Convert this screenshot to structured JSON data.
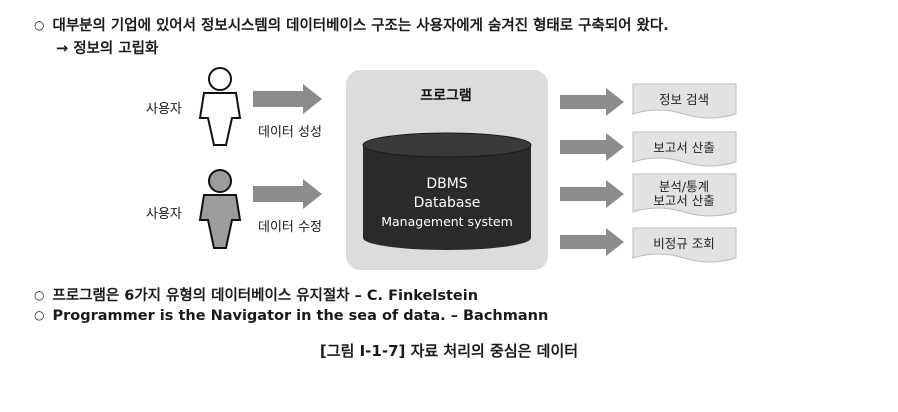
{
  "intro": {
    "line1": "대부분의 기업에 있어서 정보시스템의 데이터베이스 구조는 사용자에게 숨겨진 형태로 구축되어 왔다.",
    "line2": "→ 정보의 고립화"
  },
  "users": [
    {
      "label": "사용자",
      "action": "데이터 성성"
    },
    {
      "label": "사용자",
      "action": "데이터 수정"
    }
  ],
  "program": {
    "title": "프로그램",
    "db_lines": [
      "DBMS",
      "Database",
      "Management system"
    ]
  },
  "outputs": [
    "정보 검색",
    "보고서 산출",
    "분석/통계\n보고서 산출",
    "비정규 조회"
  ],
  "notes": [
    "프로그램은 6가지 유형의 데이터베이스 유지절차 – C. Finkelstein",
    "Programmer is the Navigator in the sea of data. – Bachmann"
  ],
  "caption": "[그림 Ⅰ-1-7] 자료 처리의 중심은 데이터",
  "colors": {
    "arrow": "#8c8c8c",
    "panel": "#dcdcdc",
    "cylinder": "#2a2a2a",
    "output_box": "#e2e2e2",
    "user_light": "#ffffff",
    "user_dark": "#9c9c9c"
  }
}
